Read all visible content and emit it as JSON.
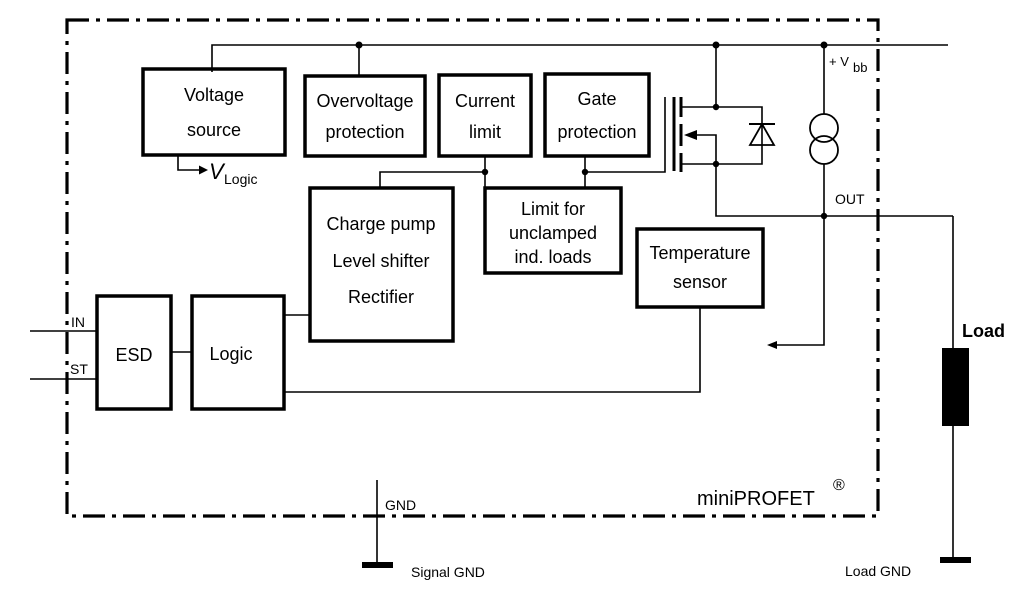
{
  "blocks": {
    "voltage_source": [
      "Voltage",
      "source"
    ],
    "overvoltage": [
      "Overvoltage",
      "protection"
    ],
    "current_limit": [
      "Current",
      "limit"
    ],
    "gate_protection": [
      "Gate",
      "protection"
    ],
    "charge_pump": [
      "Charge pump",
      "Level shifter",
      "Rectifier"
    ],
    "limit_unclamped": [
      "Limit for",
      "unclamped",
      "ind. loads"
    ],
    "temperature_sensor": [
      "Temperature",
      "sensor"
    ],
    "esd": "ESD",
    "logic": "Logic"
  },
  "labels": {
    "v_logic_main": "V",
    "v_logic_sub": "Logic",
    "vbb_prefix": "+ V",
    "vbb_sub": "bb",
    "out": "OUT",
    "in": "IN",
    "st": "ST",
    "gnd": "GND",
    "load": "Load",
    "signal_gnd": "Signal GND",
    "load_gnd": "Load GND",
    "brand": "miniPROFET",
    "registered": "®"
  }
}
